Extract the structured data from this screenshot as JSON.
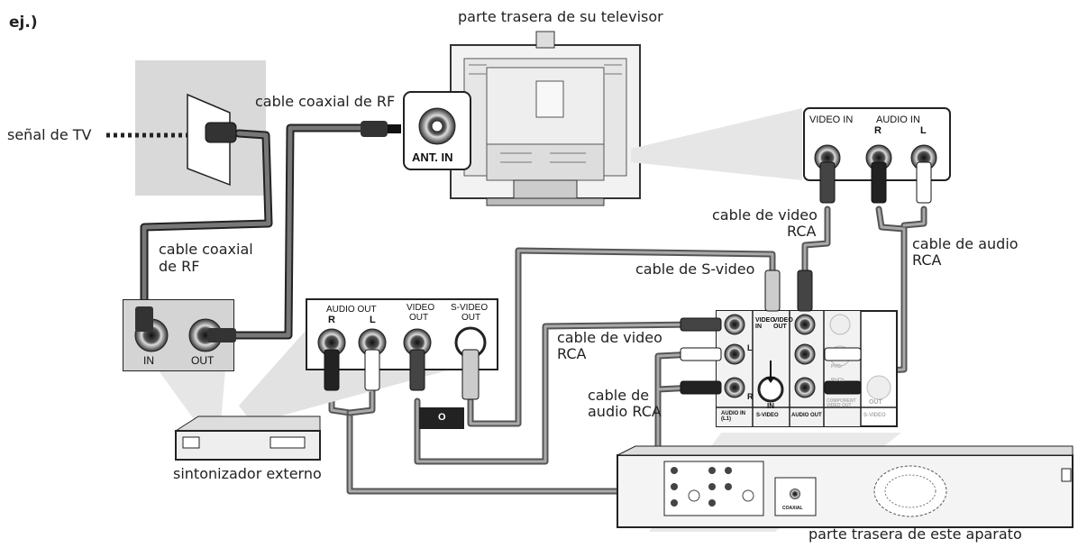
{
  "example_label": "ej.)",
  "tv": {
    "caption": "parte trasera de su televisor",
    "antenna_label": "ANT. IN"
  },
  "tv_inputs": {
    "video_in": "VIDEO IN",
    "audio_in": "AUDIO IN",
    "r": "R",
    "l": "L"
  },
  "wall": {
    "signal_label": "señal de TV"
  },
  "cables": {
    "rf_top": "cable coaxial de RF",
    "rf_left_line1": "cable coaxial",
    "rf_left_line2": "de RF",
    "video_rca_top_line1": "cable de video",
    "video_rca_top_line2": "RCA",
    "audio_rca_right_line1": "cable de audio",
    "audio_rca_right_line2": "RCA",
    "svideo": "cable de S-video",
    "video_rca_mid_line1": "cable de video",
    "video_rca_mid_line2": "RCA",
    "audio_rca_mid_line1": "cable de",
    "audio_rca_mid_line2": "audio RCA"
  },
  "tuner_panel": {
    "in": "IN",
    "out": "OUT"
  },
  "outputs_panel": {
    "audio_out": "AUDIO OUT",
    "r": "R",
    "l": "L",
    "video_out_line1": "VIDEO",
    "video_out_line2": "OUT",
    "svideo_out_line1": "S-VIDEO",
    "svideo_out_line2": "OUT",
    "switch": "O"
  },
  "recorder_panel": {
    "video_in": "VIDEO\nIN",
    "video_out": "VIDEO\nOUT",
    "l": "L",
    "r": "R",
    "in": "IN",
    "out": "OUT",
    "audio_in": "AUDIO IN\n(L1)",
    "svideo": "S-VIDEO",
    "audio_out": "AUDIO OUT",
    "component": "COMPONENT\nVIDEO OUT",
    "svideo2": "S-VIDEO",
    "prpcr": "Pr/Cr",
    "pbcb": "Pb/Cb"
  },
  "tuner": {
    "caption": "sintonizador externo"
  },
  "recorder": {
    "caption": "parte trasera de este aparato",
    "coaxial": "COAXIAL"
  }
}
